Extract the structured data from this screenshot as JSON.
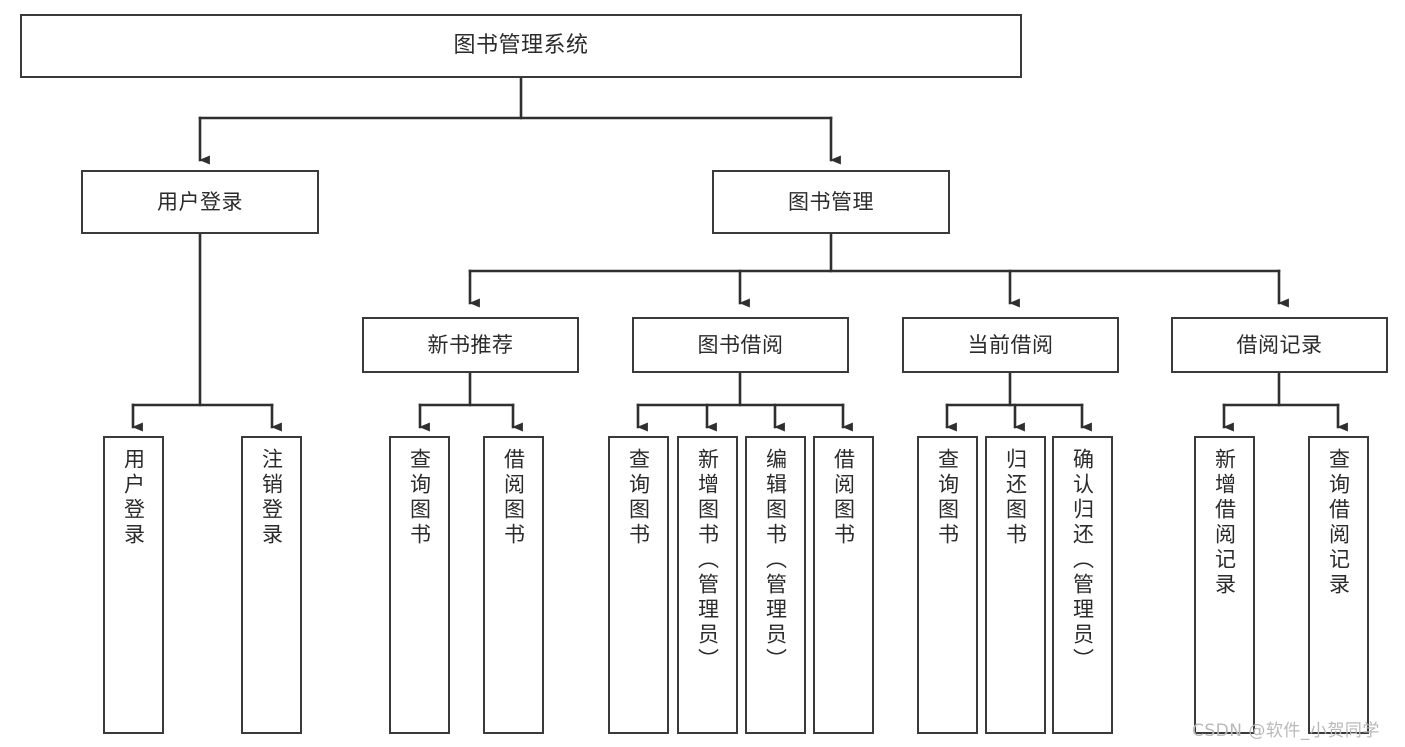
{
  "diagram": {
    "title": "图书管理系统",
    "type": "tree-structure-chart",
    "colors": {
      "box_border": "#3a3a3a",
      "box_fill": "#ffffff",
      "edge": "#2f2f2f",
      "text": "#2b2b2b",
      "background": "#ffffff",
      "watermark": "#b9b9b9"
    },
    "nodes": {
      "root": {
        "id": "root",
        "label": "图书管理系统",
        "level": 1,
        "orientation": "horizontal"
      },
      "level2": [
        {
          "id": "user-login",
          "label": "用户登录",
          "level": 2,
          "orientation": "horizontal"
        },
        {
          "id": "book-manage",
          "label": "图书管理",
          "level": 2,
          "orientation": "horizontal"
        }
      ],
      "level3": [
        {
          "id": "new-book-recommend",
          "label": "新书推荐",
          "level": 3,
          "orientation": "horizontal"
        },
        {
          "id": "book-borrow",
          "label": "图书借阅",
          "level": 3,
          "orientation": "horizontal"
        },
        {
          "id": "current-borrow",
          "label": "当前借阅",
          "level": 3,
          "orientation": "horizontal"
        },
        {
          "id": "borrow-record",
          "label": "借阅记录",
          "level": 3,
          "orientation": "horizontal"
        }
      ],
      "leaves": [
        {
          "id": "leaf-user-login",
          "label": "用户登录",
          "parent": "user-login",
          "orientation": "vertical"
        },
        {
          "id": "leaf-logout-login",
          "label": "注销登录",
          "parent": "user-login",
          "orientation": "vertical"
        },
        {
          "id": "leaf-query-book-1",
          "label": "查询图书",
          "parent": "new-book-recommend",
          "orientation": "vertical"
        },
        {
          "id": "leaf-borrow-book-1",
          "label": "借阅图书",
          "parent": "new-book-recommend",
          "orientation": "vertical"
        },
        {
          "id": "leaf-query-book-2",
          "label": "查询图书",
          "parent": "book-borrow",
          "orientation": "vertical"
        },
        {
          "id": "leaf-add-book",
          "label": "新增图书（管理员）",
          "parent": "book-borrow",
          "orientation": "vertical"
        },
        {
          "id": "leaf-edit-book",
          "label": "编辑图书（管理员）",
          "parent": "book-borrow",
          "orientation": "vertical"
        },
        {
          "id": "leaf-borrow-book-2",
          "label": "借阅图书",
          "parent": "book-borrow",
          "orientation": "vertical"
        },
        {
          "id": "leaf-query-book-3",
          "label": "查询图书",
          "parent": "current-borrow",
          "orientation": "vertical"
        },
        {
          "id": "leaf-return-book",
          "label": "归还图书",
          "parent": "current-borrow",
          "orientation": "vertical"
        },
        {
          "id": "leaf-confirm-return",
          "label": "确认归还（管理员）",
          "parent": "current-borrow",
          "orientation": "vertical"
        },
        {
          "id": "leaf-add-record",
          "label": "新增借阅记录",
          "parent": "borrow-record",
          "orientation": "vertical"
        },
        {
          "id": "leaf-query-record",
          "label": "查询借阅记录",
          "parent": "borrow-record",
          "orientation": "vertical"
        }
      ]
    },
    "watermark": "CSDN @软件_小贺同学"
  }
}
